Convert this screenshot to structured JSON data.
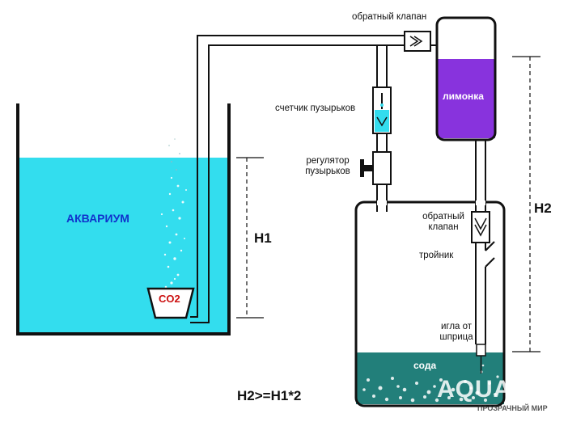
{
  "labels": {
    "aquarium": "АКВАРИУМ",
    "co2": "CO2",
    "check_valve_top": "обратный клапан",
    "bubble_counter": "счетчик пузырьков",
    "bubble_regulator_line1": "регулятор",
    "bubble_regulator_line2": "пузырьков",
    "lemon_tank": "лимонка",
    "check_valve_low_line1": "обратный",
    "check_valve_low_line2": "клапан",
    "tee": "тройник",
    "needle_line1": "игла от",
    "needle_line2": "шприца",
    "soda": "сода",
    "h1": "H1",
    "h2": "H2",
    "formula": "H2>=H1*2"
  },
  "watermark": {
    "site": "AQUA.RU",
    "slogan": "ПРОЗРАЧНЫЙ МИР"
  },
  "colors": {
    "water": "#33ddee",
    "lemon": "#8833dd",
    "soda": "#227f7a",
    "co2_text": "#cc1111",
    "aquarium_text": "#1133cc",
    "outline": "#111111"
  }
}
